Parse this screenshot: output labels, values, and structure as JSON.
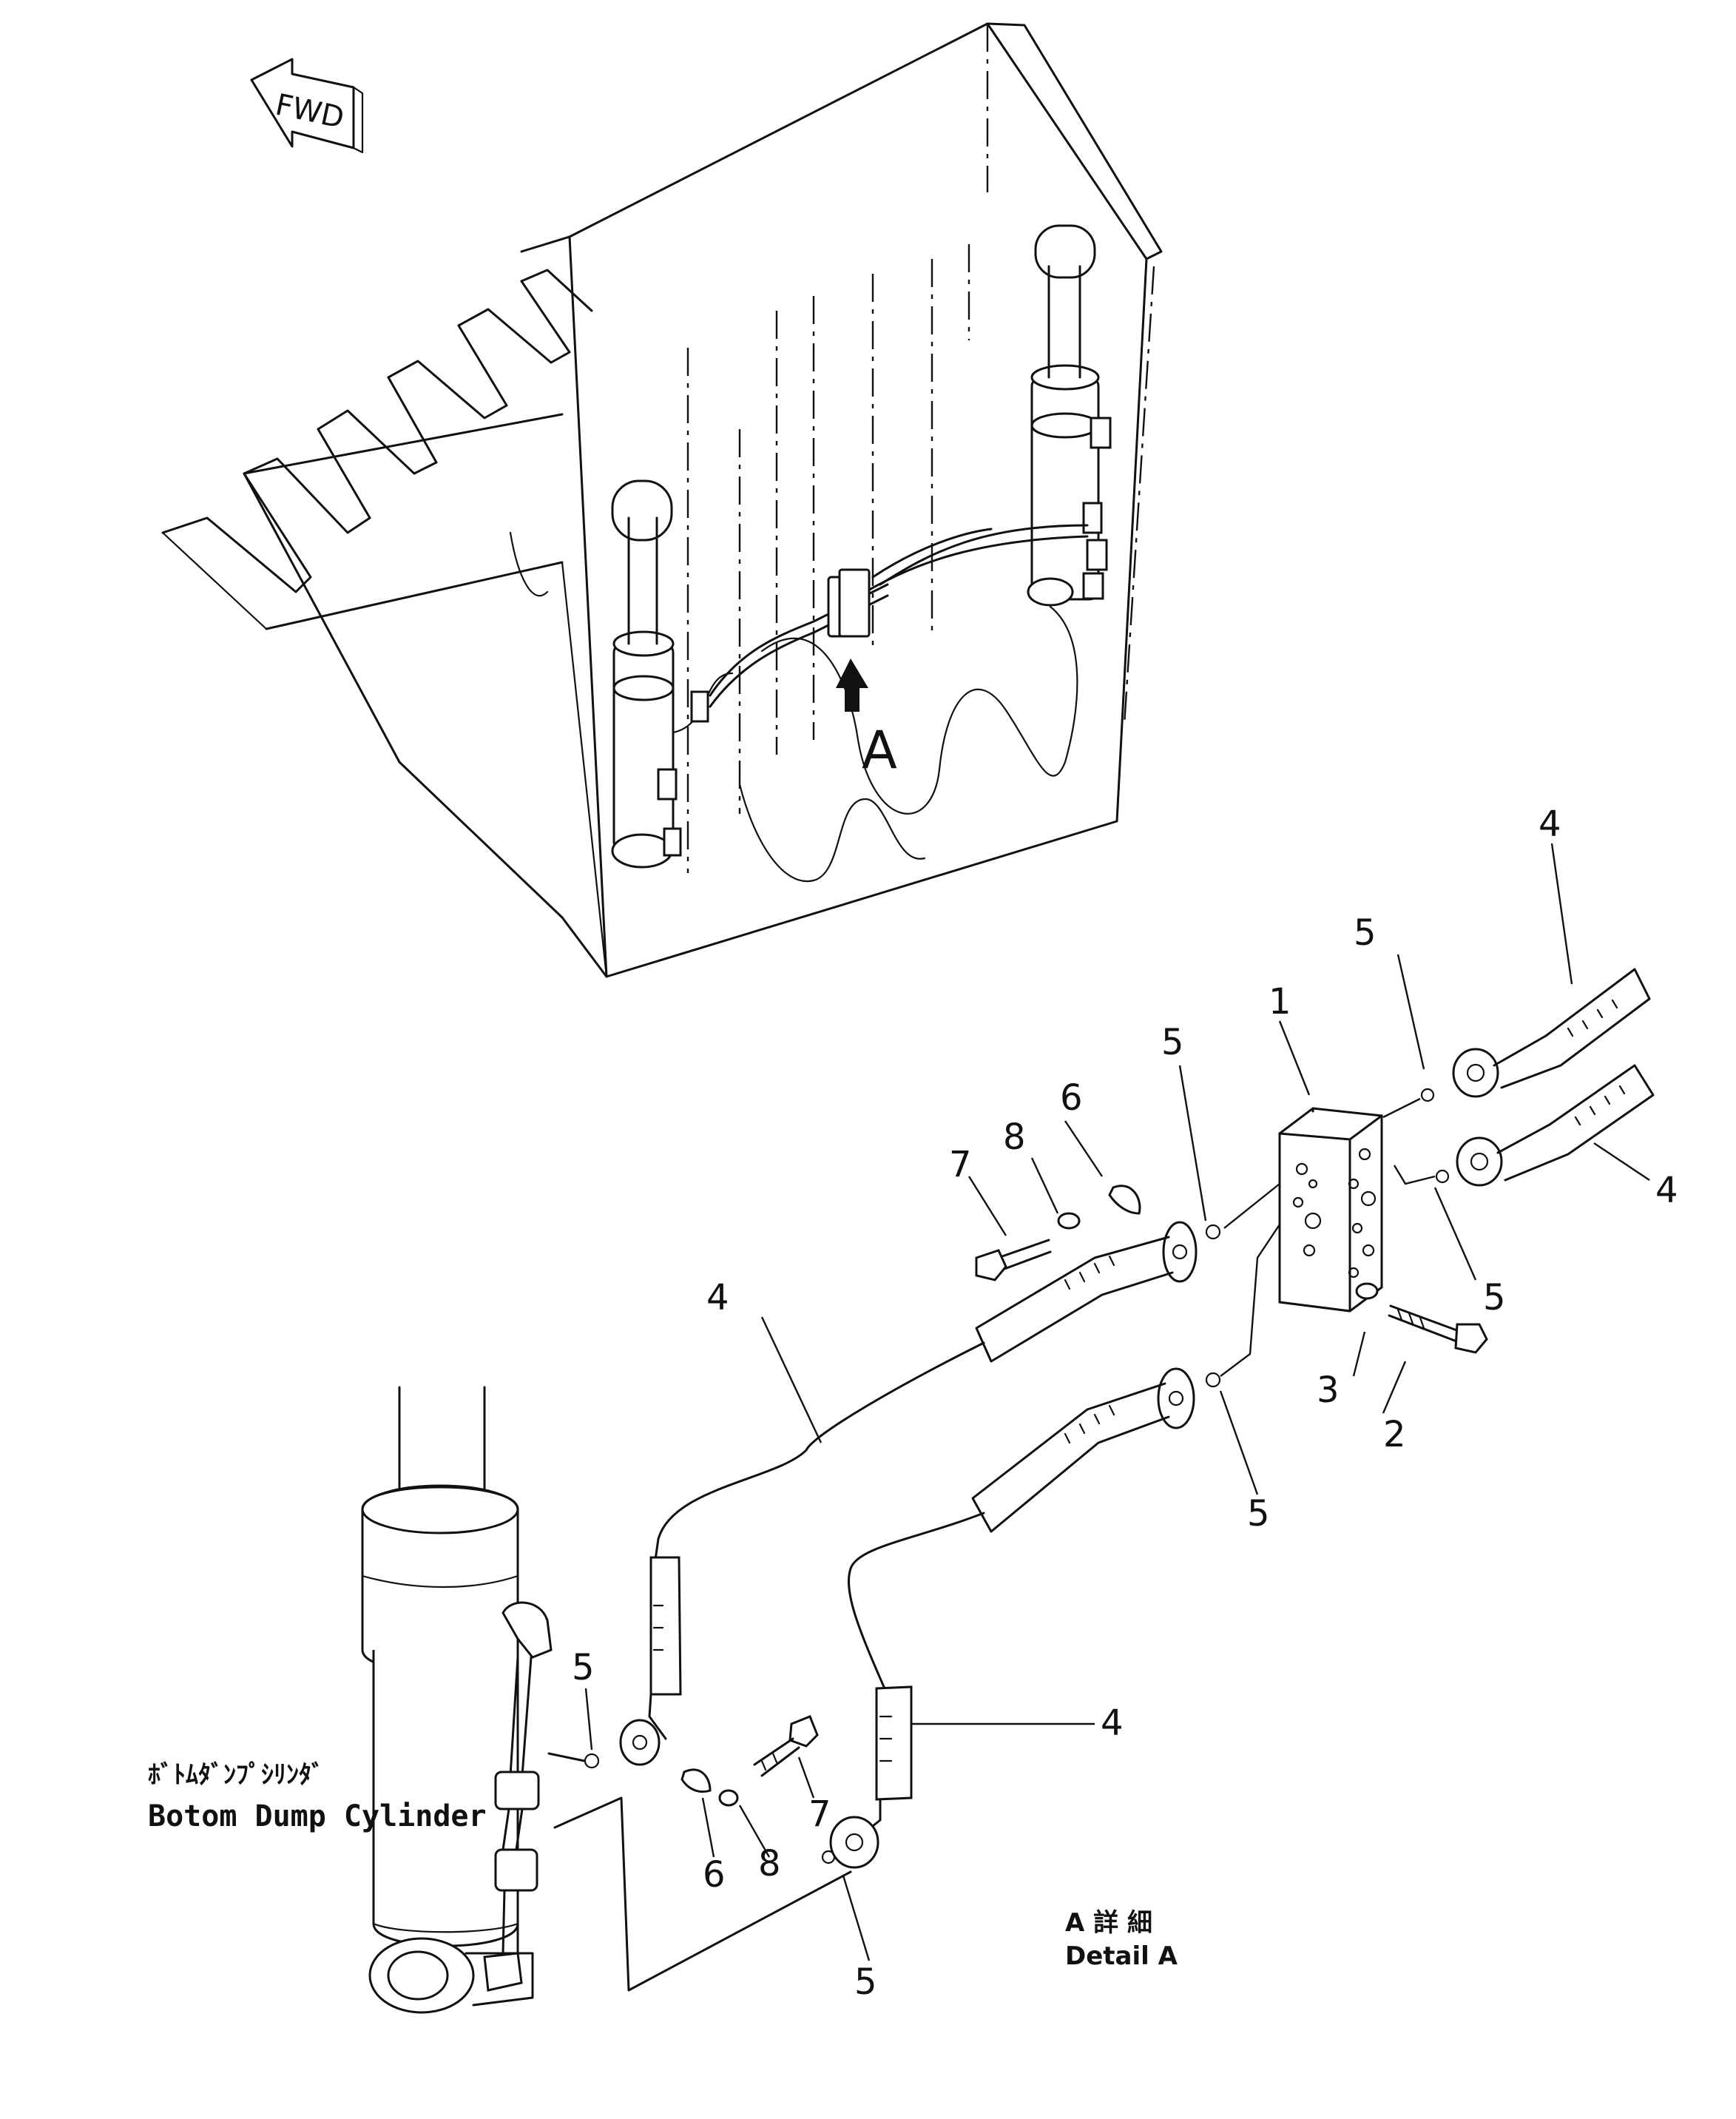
{
  "fwd_label": "FWD",
  "view_marker": "A",
  "callouts": [
    "1",
    "2",
    "3",
    "4",
    "5",
    "6",
    "7",
    "8"
  ],
  "cylinder_label": {
    "jp": "ﾎﾞﾄﾑﾀﾞﾝﾌﾟｼﾘﾝﾀﾞ",
    "en": "Botom Dump Cylinder"
  },
  "detail_label": {
    "jp": "A 詳 細",
    "en": "Detail A"
  }
}
